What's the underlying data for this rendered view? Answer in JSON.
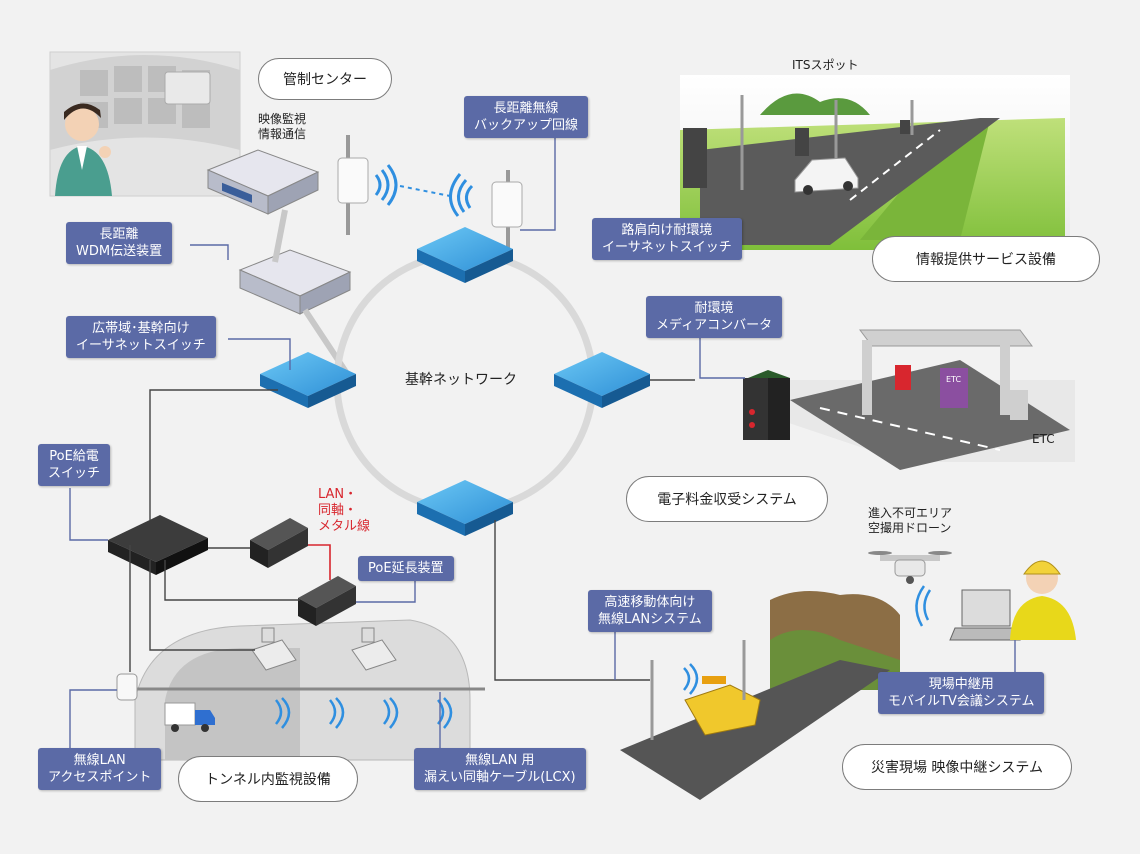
{
  "ovals": {
    "control_center": "管制センター",
    "info_service": "情報提供サービス設備",
    "etc_system": "電子料金収受システム",
    "tunnel": "トンネル内監視設備",
    "disaster": "災害現場 映像中継システム"
  },
  "labels": {
    "backup_wireless": "長距離無線\nバックアップ回線",
    "roadside_switch": "路肩向け耐環境\nイーサネットスイッチ",
    "wdm": "長距離\nWDM伝送装置",
    "broadband_switch": "広帯域･基幹向け\nイーサネットスイッチ",
    "media_converter": "耐環境\nメディアコンバータ",
    "poe_switch": "PoE給電\nスイッチ",
    "poe_extender": "PoE延長装置",
    "high_speed_lan": "高速移動体向け\n無線LANシステム",
    "wireless_ap": "無線LAN\nアクセスポイント",
    "lcx": "無線LAN 用\n漏えい同軸ケーブル(LCX)",
    "mobile_tv": "現場中継用\nモバイルTV会議システム"
  },
  "texts": {
    "backbone": "基幹ネットワーク",
    "video_monitoring": "映像監視\n情報通信",
    "its_spot": "ITSスポット",
    "etc": "ETC",
    "etc_gate_sign": "ETC",
    "drone": "進入不可エリア\n空撮用ドローン",
    "cable_types": "LAN・\n同軸・\nメタル線"
  },
  "colors": {
    "label_bg": "#5b6aa6",
    "switch_blue": "#2e9fe0",
    "ring": "#d9d9d9",
    "red_text": "#d8262e",
    "wifi_blue": "#2f8fe0"
  }
}
